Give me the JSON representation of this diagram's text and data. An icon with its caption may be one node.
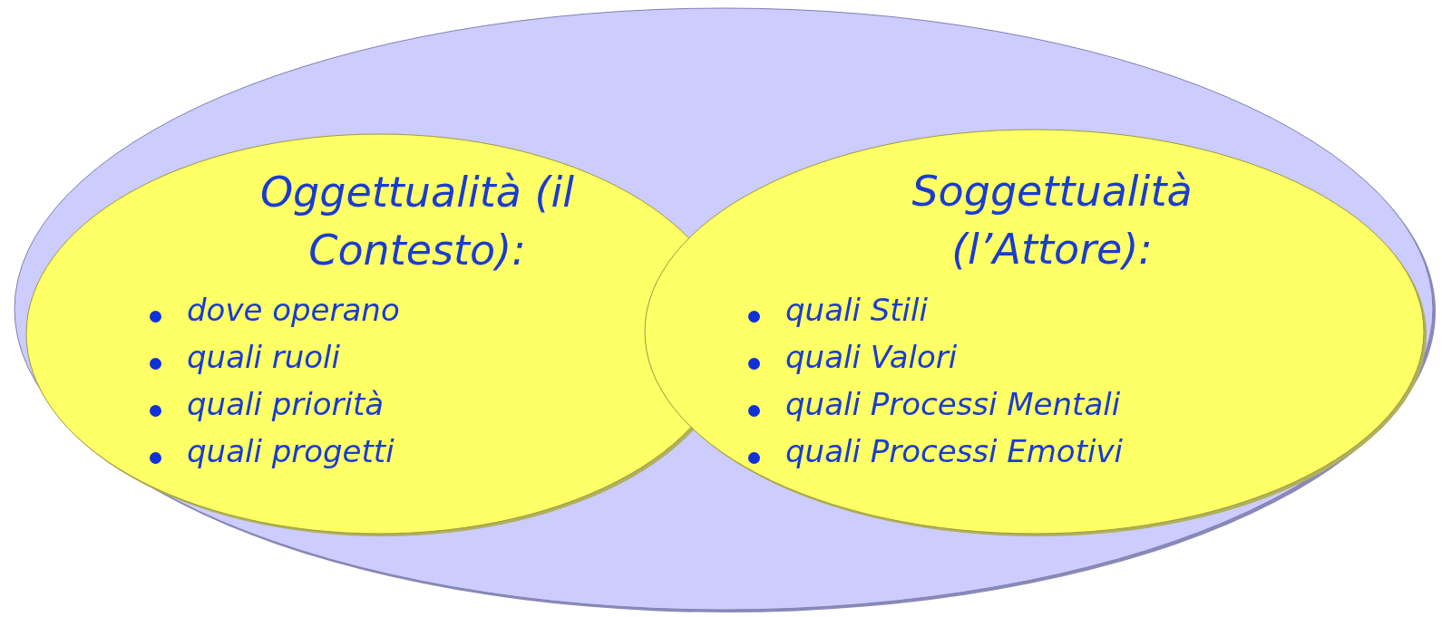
{
  "diagram": {
    "nodes": [
      {
        "text": [],
        "shape": "ellipse"
      },
      {
        "text": [
          "Oggettualità (il Contesto):",
          "dove operano",
          "quali ruoli",
          "quali priorità",
          "quali progetti"
        ],
        "in": 0
      },
      {
        "text": [
          "Soggettualità (l’Attore):",
          "quali Stili",
          "quali Valori",
          "quali Processi Mentali",
          "quali Processi Emotivi"
        ],
        "in": 0
      }
    ],
    "edges": []
  }
}
